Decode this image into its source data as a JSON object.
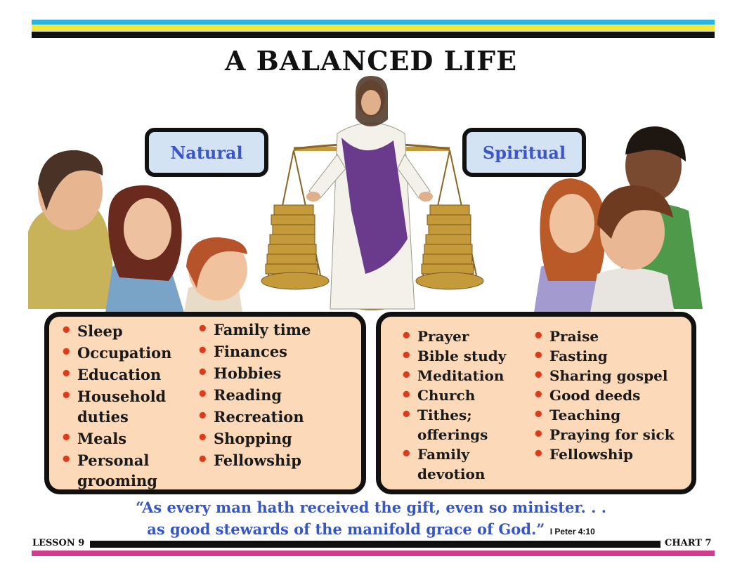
{
  "title": "A BALANCED LIFE",
  "colors": {
    "band_top": "#2ab3e3",
    "band_yellow": "#f5e83a",
    "band_black": "#111111",
    "band_pink": "#d23c8e",
    "tag_fill": "#d3e3f3",
    "tag_text": "#3a56c8",
    "panel_fill": "#fcd9b8",
    "bullet": "#e03a1a",
    "quote_text": "#3656c4",
    "robe_purple": "#6a3a8c",
    "scale_gold": "#c59a3a"
  },
  "natural": {
    "label": "Natural",
    "col1": [
      "Sleep",
      "Occupation",
      "Education",
      "Household duties",
      "Meals",
      "Personal grooming"
    ],
    "col2": [
      "Family time",
      "Finances",
      "Hobbies",
      "Reading",
      "Recreation",
      "Shopping",
      "Fellowship"
    ]
  },
  "spiritual": {
    "label": "Spiritual",
    "col1": [
      "Prayer",
      "Bible study",
      "Meditation",
      "Church",
      "Tithes; offerings",
      "Family devotion"
    ],
    "col2": [
      "Praise",
      "Fasting",
      "Sharing gospel",
      "Good deeds",
      "Teaching",
      "Praying for sick",
      "Fellowship"
    ]
  },
  "quote": {
    "line1": "“As every man hath received the gift, even so minister. . .",
    "line2": "as good stewards of the manifold grace of God.”",
    "reference": "I Peter 4:10"
  },
  "footer": {
    "lesson": "LESSON 9",
    "chart": "CHART 7"
  },
  "illustration": {
    "center_figure": "jesus-figure-icon",
    "balance": "balance-scale-icon",
    "left_group": "natural-people-icon",
    "right_group": "spiritual-people-icon"
  }
}
